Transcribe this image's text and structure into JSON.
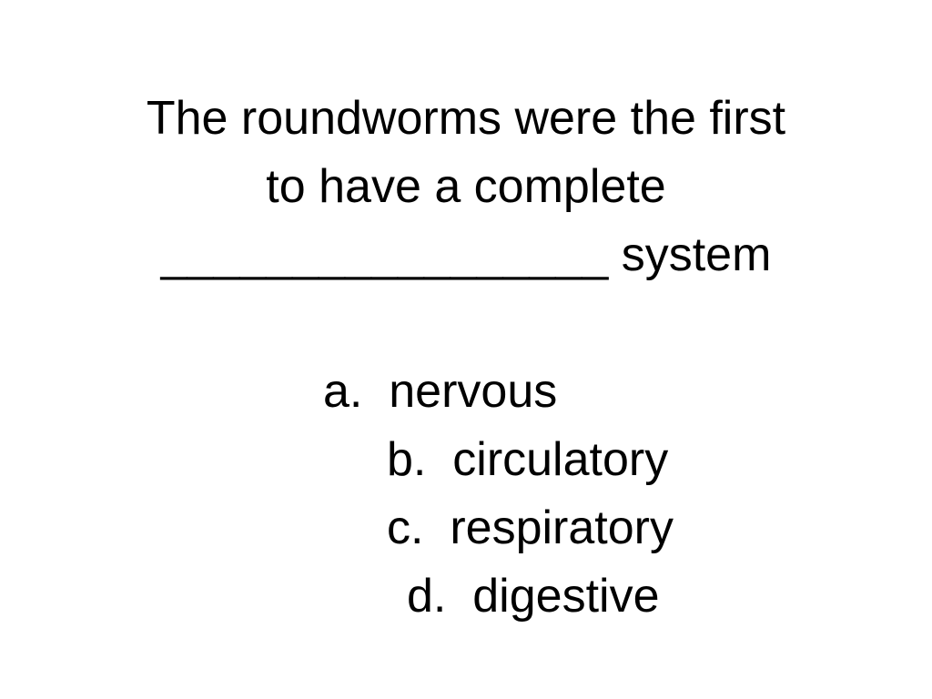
{
  "question": {
    "line1": "The roundworms were the first",
    "line2": "to have a complete",
    "line3": "_________________ system"
  },
  "options": [
    {
      "label": "a.  nervous"
    },
    {
      "label": "b.  circulatory"
    },
    {
      "label": "c.  respiratory"
    },
    {
      "label": "d.  digestive"
    }
  ]
}
